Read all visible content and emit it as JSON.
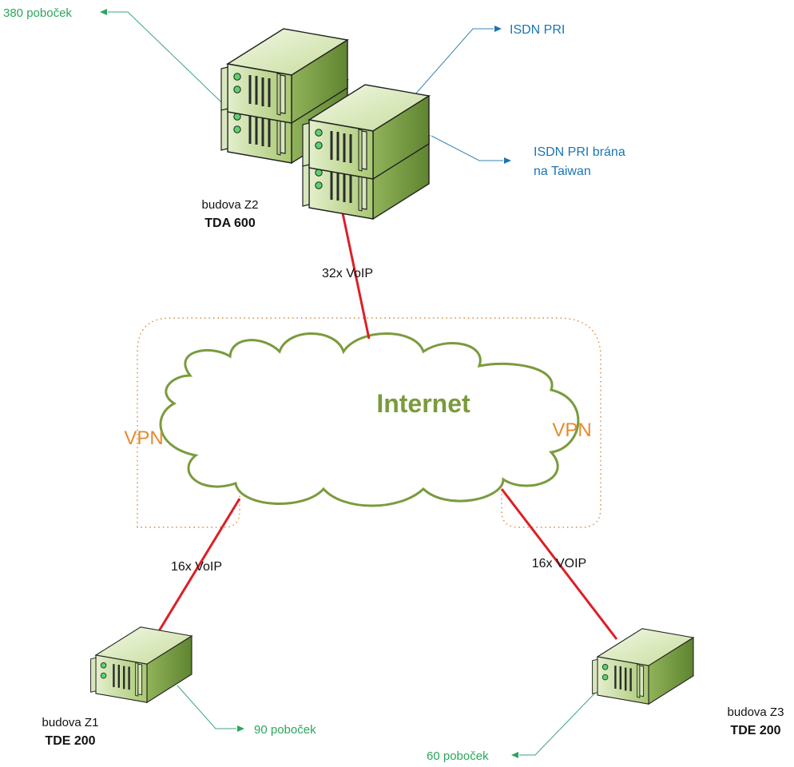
{
  "colors": {
    "green_text": "#2aa65e",
    "blue_text": "#1a75b3",
    "link_red": "#dd1f26",
    "cloud_stroke": "#7a9b3c",
    "internet_text": "#7a9b3c",
    "vpn_orange": "#e58b2e",
    "vpn_dots": "#d9863a",
    "leader_green": "#3aa67a",
    "leader_blue": "#3a86b8"
  },
  "network": {
    "label": "Internet",
    "vpn_left": "VPN",
    "vpn_right": "VPN"
  },
  "sites": {
    "z2": {
      "building": "budova Z2",
      "model": "TDA 600"
    },
    "z1": {
      "building": "budova Z1",
      "model": "TDE 200"
    },
    "z3": {
      "building": "budova Z3",
      "model": "TDE 200"
    }
  },
  "links": {
    "z2": "32x VoIP",
    "z1": "16x VoIP",
    "z3": "16x VOIP"
  },
  "annotations": {
    "z2_extensions": "380 poboček",
    "isdn_pri": "ISDN PRI",
    "isdn_gateway_line1": "ISDN PRI brána",
    "isdn_gateway_line2": "na Taiwan",
    "z1_extensions": "90 poboček",
    "z3_extensions": "60 poboček"
  },
  "icons": [
    "server-icon",
    "cloud-icon",
    "arrow-icon"
  ]
}
